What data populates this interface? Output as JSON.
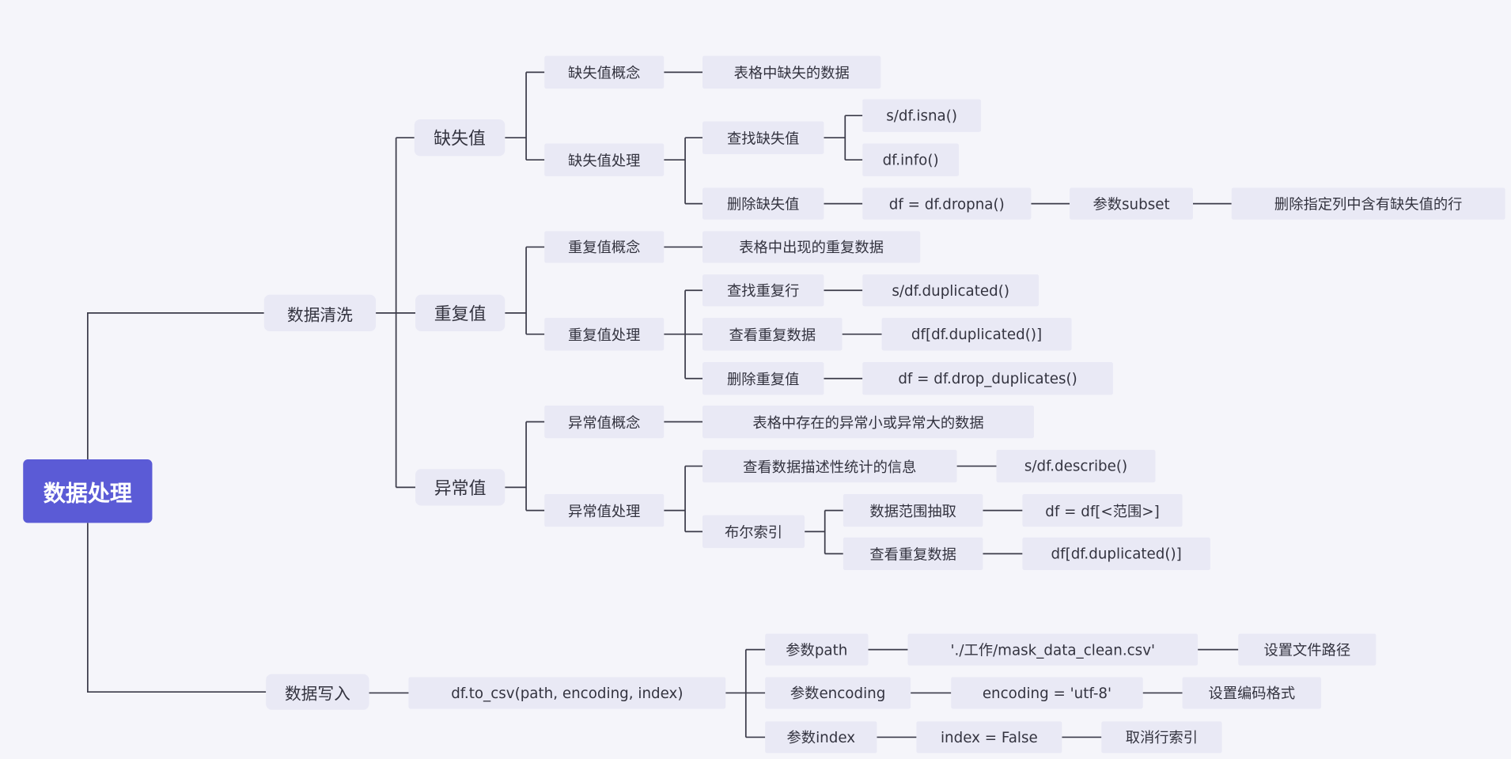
{
  "root": "数据处理",
  "cleaning": {
    "label": "数据清洗",
    "missing": {
      "label": "缺失值",
      "concept": "缺失值概念",
      "concept_desc": "表格中缺失的数据",
      "handling": "缺失值处理",
      "find": "查找缺失值",
      "find_methods": [
        "s/df.isna()",
        "df.info()"
      ],
      "delete": "删除缺失值",
      "delete_method": "df = df.dropna()",
      "param": "参数subset",
      "param_desc": "删除指定列中含有缺失值的行"
    },
    "duplicate": {
      "label": "重复值",
      "concept": "重复值概念",
      "concept_desc": "表格中出现的重复数据",
      "handling": "重复值处理",
      "find": "查找重复行",
      "find_method": "s/df.duplicated()",
      "view": "查看重复数据",
      "view_method": "df[df.duplicated()]",
      "delete": "删除重复值",
      "delete_method": "df = df.drop_duplicates()"
    },
    "outlier": {
      "label": "异常值",
      "concept": "异常值概念",
      "concept_desc": "表格中存在的异常小或异常大的数据",
      "handling": "异常值处理",
      "describe": "查看数据描述性统计的信息",
      "describe_method": "s/df.describe()",
      "bool_index": "布尔索引",
      "range": "数据范围抽取",
      "range_method": "df = df[<范围>]",
      "view": "查看重复数据",
      "view_method": "df[df.duplicated()]"
    }
  },
  "writing": {
    "label": "数据写入",
    "method": "df.to_csv(path, encoding, index)",
    "path": {
      "param": "参数path",
      "value": "'./工作/mask_data_clean.csv'",
      "desc": "设置文件路径"
    },
    "encoding": {
      "param": "参数encoding",
      "value": "encoding = 'utf-8'",
      "desc": "设置编码格式"
    },
    "index": {
      "param": "参数index",
      "value": "index = False",
      "desc": "取消行索引"
    }
  },
  "colors": {
    "root": "#5b5bd6",
    "node": "#e9e9f5",
    "line": "#3a3a48",
    "background": "#f5f5fa"
  }
}
